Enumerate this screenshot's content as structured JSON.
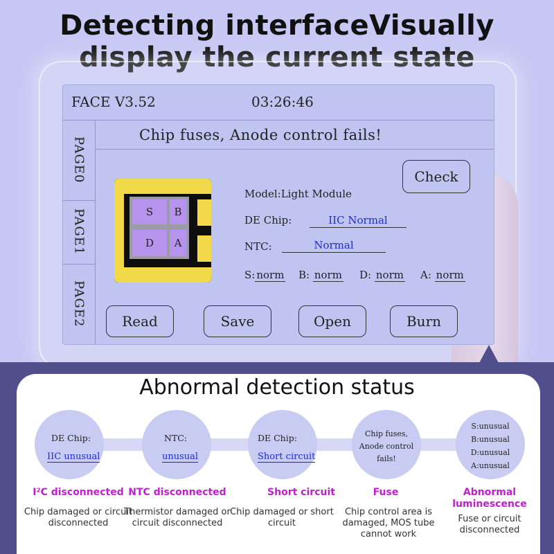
{
  "headline": {
    "line1": "Detecting interfaceVisually",
    "line2": "display the current state"
  },
  "screen": {
    "version": "FACE V3.52",
    "time": "03:26:46",
    "pages": [
      "PAGE0",
      "PAGE1",
      "PAGE2"
    ],
    "message": "Chip fuses, Anode control fails!",
    "check_label": "Check",
    "model": "Model:Light Module",
    "de_chip_label": "DE Chip:",
    "de_chip_value": "IIC Normal",
    "ntc_label": "NTC:",
    "ntc_value": "Normal",
    "segments": [
      {
        "label": "S:",
        "value": "norm"
      },
      {
        "label": "B:",
        "value": "norm"
      },
      {
        "label": "D:",
        "value": "norm"
      },
      {
        "label": "A:",
        "value": "norm"
      }
    ],
    "chip_cells": [
      "S",
      "B",
      "D",
      "A"
    ],
    "buttons": {
      "read": "Read",
      "save": "Save",
      "open": "Open",
      "burn": "Burn"
    }
  },
  "abnormal": {
    "title": "Abnormal detection status",
    "items": [
      {
        "screen_label": "DE Chip:",
        "screen_value": "IIC unusual",
        "status": "I²C disconnected",
        "desc": "Chip damaged or circuit disconnected"
      },
      {
        "screen_label": "NTC:",
        "screen_value": "unusual",
        "status": "NTC disconnected",
        "desc": "Thermistor damaged or circuit disconnected"
      },
      {
        "screen_label": "DE Chip:",
        "screen_value": "Short circuit",
        "status": "Short circuit",
        "desc": "Chip damaged or short circuit"
      },
      {
        "screen_lines": [
          "Chip fuses,",
          "Anode control",
          "fails!"
        ],
        "status": "Fuse",
        "desc": "Chip control area is damaged, MOS tube cannot work"
      },
      {
        "screen_lines": [
          "S:unusual",
          "B:unusual",
          "D:unusual",
          "A:unusual"
        ],
        "status": "Abnormal luminescence",
        "desc": "Fuse or circuit disconnected"
      }
    ]
  },
  "colors": {
    "accent_status": "#c21ed1",
    "value_blue": "#1d2ec9",
    "screen_bg": "#bfc4f0",
    "bottom_band": "#514f8b"
  }
}
